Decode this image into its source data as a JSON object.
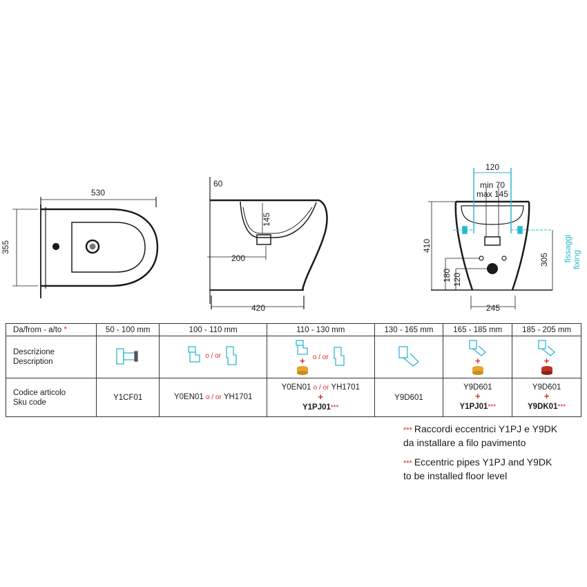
{
  "top_view": {
    "width": "530",
    "depth": "355"
  },
  "side_view": {
    "top_offset": "60",
    "outlet_height": "145",
    "outlet_depth": "200",
    "length": "420"
  },
  "rear_view": {
    "fixing_spacing": "120",
    "min_label": "min 70",
    "max_label": "max 145",
    "height": "410",
    "fixing_height": "305",
    "fixing_it": "fissaggi",
    "fixing_en": "fixing",
    "dim_180": "180",
    "dim_120": "120",
    "base_width": "245"
  },
  "table": {
    "header_label_it": "Da/from - a/to",
    "header_star": "*",
    "ranges": [
      "50 - 100 mm",
      "100 - 110 mm",
      "110 - 130 mm",
      "130 - 165 mm",
      "165 - 185 mm",
      "185 - 205 mm"
    ],
    "desc_it": "Descrizione",
    "desc_en": "Description",
    "or_text": "o / or",
    "code_it": "Codice articolo",
    "code_en": "Sku code",
    "codes": {
      "c1": "Y1CF01",
      "c2a": "Y0EN01",
      "c2b": "YH1701",
      "c3a": "Y0EN01",
      "c3b": "YH1701",
      "c3c": "Y1PJ01",
      "c4": "Y9D601",
      "c5a": "Y9D601",
      "c5b": "Y1PJ01",
      "c6a": "Y9D601",
      "c6b": "Y9DK01"
    },
    "plus": "+",
    "stars": "***"
  },
  "notes": [
    {
      "stars": "***",
      "line1": "Raccordi eccentrici Y1PJ  e Y9DK",
      "line2": "da installare a filo pavimento"
    },
    {
      "stars": "***",
      "line1": "Eccentric pipes Y1PJ  and Y9DK",
      "line2": "to be installed floor level"
    }
  ],
  "colors": {
    "cyan": "#2bb8cf",
    "red": "#d6262c",
    "orange": "#e8a32c",
    "darkred": "#c0302a"
  }
}
